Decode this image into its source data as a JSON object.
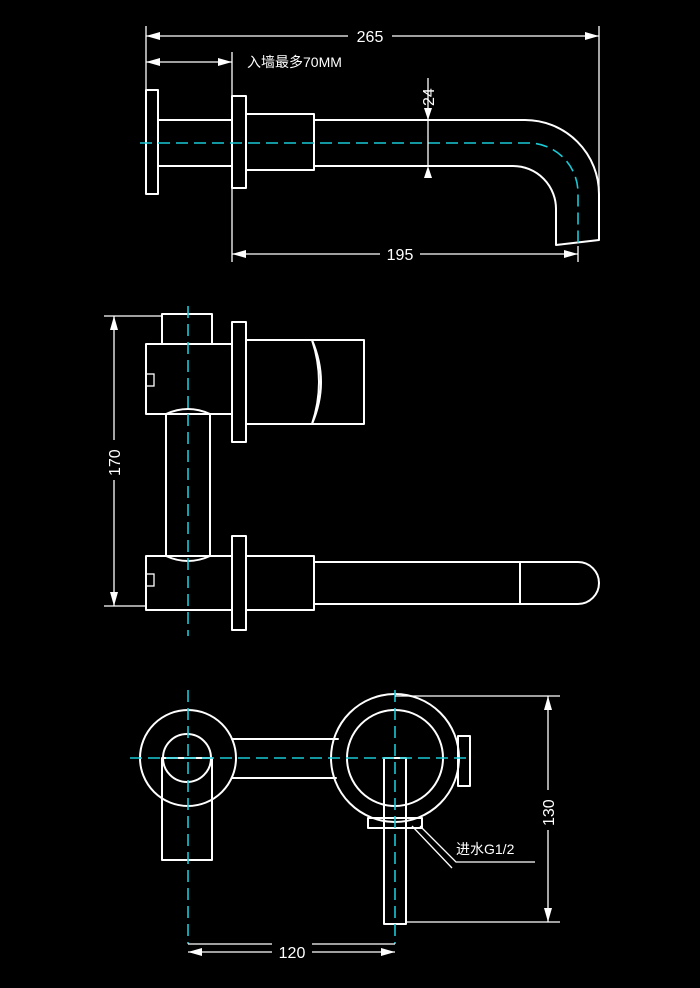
{
  "drawing": {
    "colors": {
      "background": "#000000",
      "lines": "#ffffff",
      "centerline": "#19c9d6"
    },
    "dimensions": {
      "top_overall": "265",
      "top_spout": "195",
      "top_height": "24",
      "side_height": "170",
      "front_width": "120",
      "front_height": "130"
    },
    "notes": {
      "wall_depth": "入墙最多70MM",
      "inlet": "进水G1/2"
    }
  }
}
